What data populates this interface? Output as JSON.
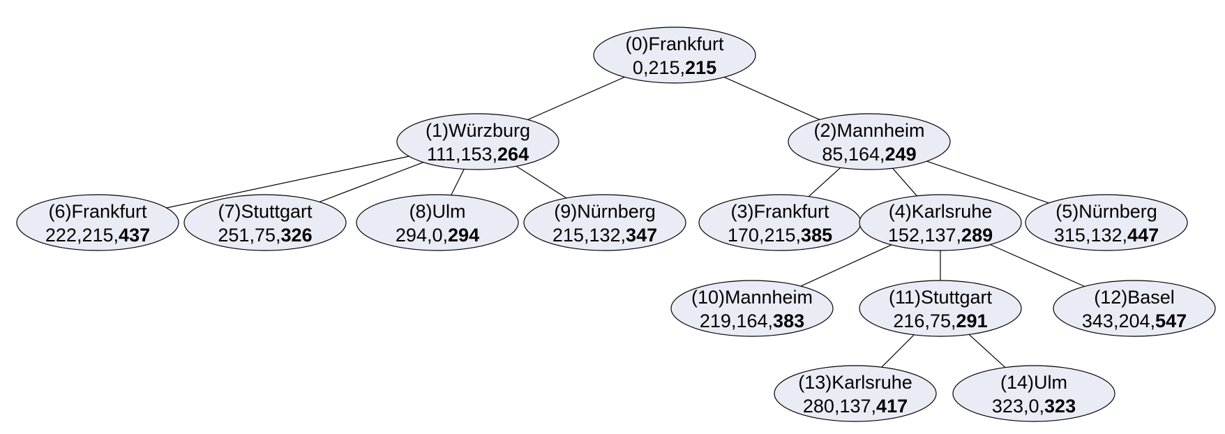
{
  "colors": {
    "node_fill": "#e9ecf4",
    "node_stroke": "#000000",
    "edge": "#000000",
    "text": "#000000"
  },
  "nodes": [
    {
      "id": 0,
      "label": "(0)Frankfurt",
      "g": "0",
      "h": "215",
      "f": "215"
    },
    {
      "id": 1,
      "label": "(1)Würzburg",
      "g": "111",
      "h": "153",
      "f": "264"
    },
    {
      "id": 2,
      "label": "(2)Mannheim",
      "g": "85",
      "h": "164",
      "f": "249"
    },
    {
      "id": 3,
      "label": "(3)Frankfurt",
      "g": "170",
      "h": "215",
      "f": "385"
    },
    {
      "id": 4,
      "label": "(4)Karlsruhe",
      "g": "152",
      "h": "137",
      "f": "289"
    },
    {
      "id": 5,
      "label": "(5)Nürnberg",
      "g": "315",
      "h": "132",
      "f": "447"
    },
    {
      "id": 6,
      "label": "(6)Frankfurt",
      "g": "222",
      "h": "215",
      "f": "437"
    },
    {
      "id": 7,
      "label": "(7)Stuttgart",
      "g": "251",
      "h": "75",
      "f": "326"
    },
    {
      "id": 8,
      "label": "(8)Ulm",
      "g": "294",
      "h": "0",
      "f": "294"
    },
    {
      "id": 9,
      "label": "(9)Nürnberg",
      "g": "215",
      "h": "132",
      "f": "347"
    },
    {
      "id": 10,
      "label": "(10)Mannheim",
      "g": "219",
      "h": "164",
      "f": "383"
    },
    {
      "id": 11,
      "label": "(11)Stuttgart",
      "g": "216",
      "h": "75",
      "f": "291"
    },
    {
      "id": 12,
      "label": "(12)Basel",
      "g": "343",
      "h": "204",
      "f": "547"
    },
    {
      "id": 13,
      "label": "(13)Karlsruhe",
      "g": "280",
      "h": "137",
      "f": "417"
    },
    {
      "id": 14,
      "label": "(14)Ulm",
      "g": "323",
      "h": "0",
      "f": "323"
    }
  ],
  "edges": [
    [
      0,
      1
    ],
    [
      0,
      2
    ],
    [
      1,
      6
    ],
    [
      1,
      7
    ],
    [
      1,
      8
    ],
    [
      1,
      9
    ],
    [
      2,
      3
    ],
    [
      2,
      4
    ],
    [
      2,
      5
    ],
    [
      4,
      10
    ],
    [
      4,
      11
    ],
    [
      4,
      12
    ],
    [
      11,
      13
    ],
    [
      11,
      14
    ]
  ]
}
